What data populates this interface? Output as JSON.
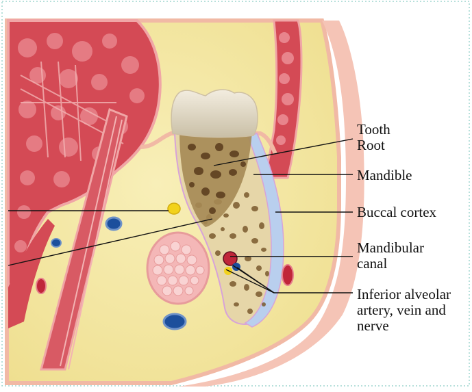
{
  "figure": {
    "labels": {
      "tooth_root": [
        "Tooth",
        "Root"
      ],
      "mandible": "Mandible",
      "buccal_cortex": "Buccal cortex",
      "mandibular_canal": [
        "Mandibular",
        "canal"
      ],
      "inferior_alveolar": [
        "Inferior alveolar",
        "artery, vein and",
        "nerve"
      ]
    },
    "colors": {
      "gum_tissue": "#f5e9a8",
      "muscle": "#d44a55",
      "muscle_light": "#e8848c",
      "bone": "#e6d6a8",
      "bone_pores": "#7a5a2e",
      "cortex": "#b9cfee",
      "enamel": "#efe7d8",
      "vein": "#1c4f9c",
      "artery": "#c0263a",
      "nerve": "#f2d21c",
      "skin": "#f5c4b6",
      "leader_line": "#111111"
    }
  }
}
